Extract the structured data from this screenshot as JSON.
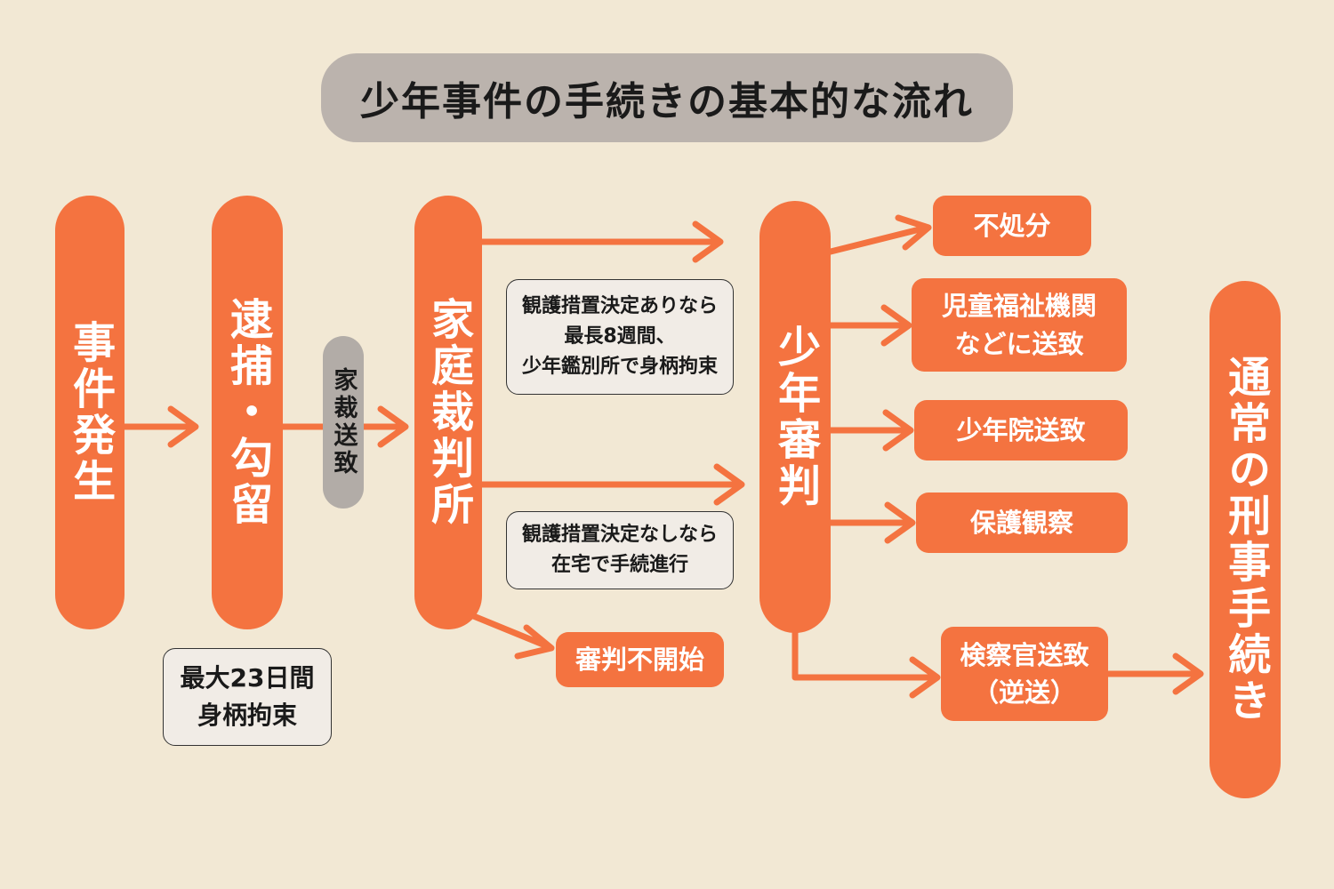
{
  "title": "少年事件の手続きの基本的な流れ",
  "nodes": {
    "incident": "事件発生",
    "arrest": "逮捕・勾留",
    "transfer_label": "家裁送致",
    "family_court": "家庭裁判所",
    "juvenile_hearing": "少年審判",
    "criminal_procedure": "通常の刑事手続き"
  },
  "notes": {
    "detention": "最大23日間\n身柄拘束",
    "protective_with": "観護措置決定ありなら\n最長8週間、\n少年鑑別所で身柄拘束",
    "protective_without": "観護措置決定なしなら\n在宅で手続進行"
  },
  "outcomes": {
    "no_hearing": "審判不開始",
    "no_disposition": "不処分",
    "welfare": "児童福祉機関\nなどに送致",
    "reformatory": "少年院送致",
    "probation": "保護観察",
    "prosecutor": "検察官送致\n（逆送）"
  },
  "colors": {
    "background": "#f2e8d4",
    "accent": "#f47340",
    "title_bg": "#bbb3ad",
    "note_bg": "#f1ece6"
  }
}
